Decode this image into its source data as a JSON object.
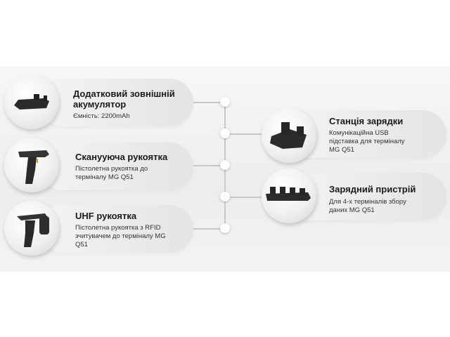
{
  "items": [
    {
      "title": "Додатковий зовнішній акумулятор",
      "desc": "Ємність: 2200mAh",
      "icon": "battery-pack-icon"
    },
    {
      "title": "Сканууюча рукоятка",
      "desc": "Пістолетна рукоятка до терміналу MG Q51",
      "icon": "scan-handle-icon"
    },
    {
      "title": "UHF рукоятка",
      "desc": "Пістолетна рукоятка з RFID зчитувачем до терміналу MG Q51",
      "icon": "uhf-handle-icon"
    },
    {
      "title": "Станція зарядки",
      "desc": "Комунікаційна USB підставка для терміналу MG Q51",
      "icon": "charging-station-icon"
    },
    {
      "title": "Зарядний пристрій",
      "desc": "Для 4-х терміналів збору даних MG Q51",
      "icon": "quad-charger-icon"
    }
  ]
}
